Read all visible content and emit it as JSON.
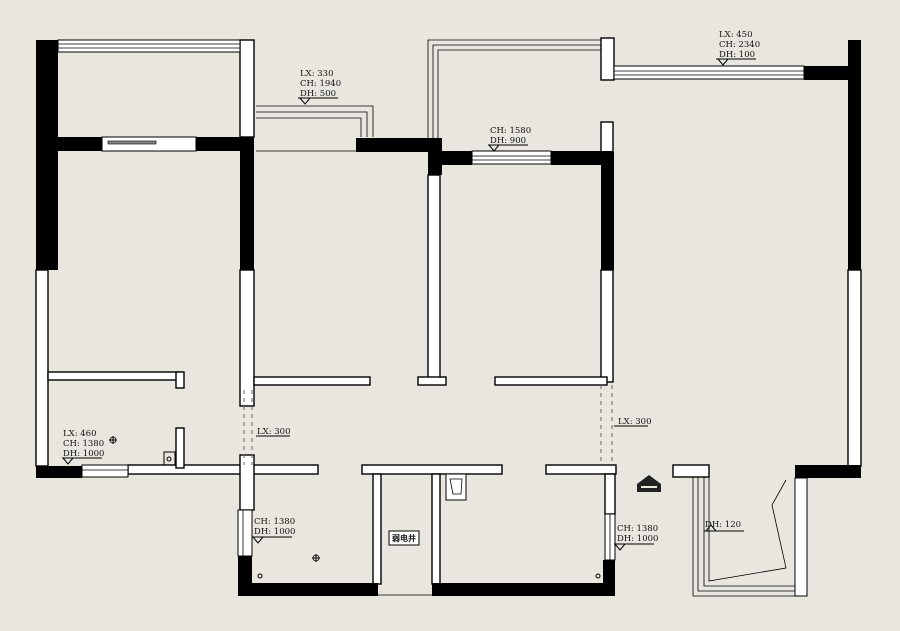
{
  "annotations": {
    "win_tl": [
      "LX: 330",
      "CH: 1940",
      "DH: 500"
    ],
    "win_tm": [
      "CH: 1580",
      "DH: 900"
    ],
    "win_tr": [
      "LX: 450",
      "CH: 2340",
      "DH: 100"
    ],
    "win_l": [
      "LX: 460",
      "CH: 1380",
      "DH: 1000"
    ],
    "beam_l": [
      "LX: 300"
    ],
    "beam_r": [
      "LX: 300"
    ],
    "win_bl": [
      "CH: 1380",
      "DH: 1000"
    ],
    "win_br": [
      "CH: 1380",
      "DH: 1000"
    ],
    "win_balc": [
      "DH: 120"
    ]
  },
  "labels": {
    "shaft": "弱电井"
  },
  "colors": {
    "background": "#e9e6e0",
    "wall": "#000000"
  },
  "icons": {
    "entry": "entry-arrow-icon",
    "light": "ceiling-light-icon"
  }
}
